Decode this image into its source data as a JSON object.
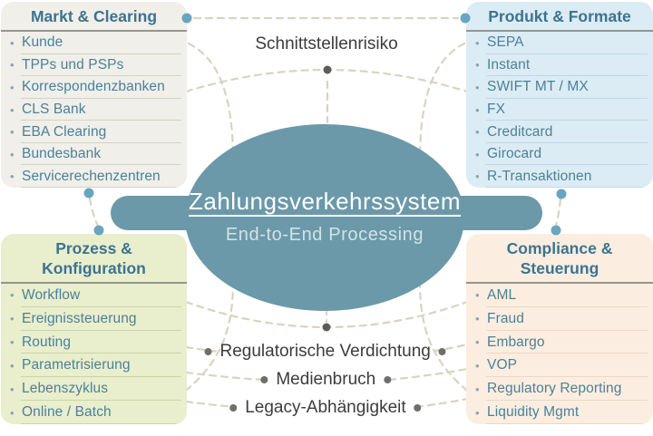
{
  "center": {
    "title": "Zahlungsverkehrssystem",
    "subtitle": "End-to-End Processing"
  },
  "risks": {
    "top": "Schnittstellenrisiko",
    "bottom_1": "Regulatorische Verdichtung",
    "bottom_2": "Medienbruch",
    "bottom_3": "Legacy-Abhängigkeit"
  },
  "boxes": {
    "tl": {
      "title": "Markt & Clearing",
      "items": [
        "Kunde",
        "TPPs und PSPs",
        "Korrespondenzbanken",
        "CLS Bank",
        "EBA Clearing",
        "Bundesbank",
        "Servicerechenzentren"
      ]
    },
    "tr": {
      "title": "Produkt & Formate",
      "items": [
        "SEPA",
        "Instant",
        "SWIFT MT / MX",
        "FX",
        "Creditcard",
        "Girocard",
        "R-Transaktionen"
      ]
    },
    "bl": {
      "title": "Prozess & Konfiguration",
      "items": [
        "Workflow",
        "Ereignissteuerung",
        "Routing",
        "Parametrisierung",
        "Lebenszyklus",
        "Online / Batch"
      ]
    },
    "br": {
      "title": "Compliance & Steuerung",
      "items": [
        "AML",
        "Fraud",
        "Embargo",
        "VOP",
        "Regulatory Reporting",
        "Liquidity Mgmt"
      ]
    }
  },
  "colors": {
    "ellipse": "#6b99a9",
    "box_gray": "#f0efe9",
    "box_blue": "#dcecf4",
    "box_green": "#e9eecd",
    "box_peach": "#fbeee0",
    "heading_text": "#3d7390",
    "item_text": "#4c8099",
    "dash": "#d9d3c1",
    "node_blue": "#6aa5bf",
    "node_dark": "#5c5c58",
    "risk_text": "#3c3c3a"
  }
}
